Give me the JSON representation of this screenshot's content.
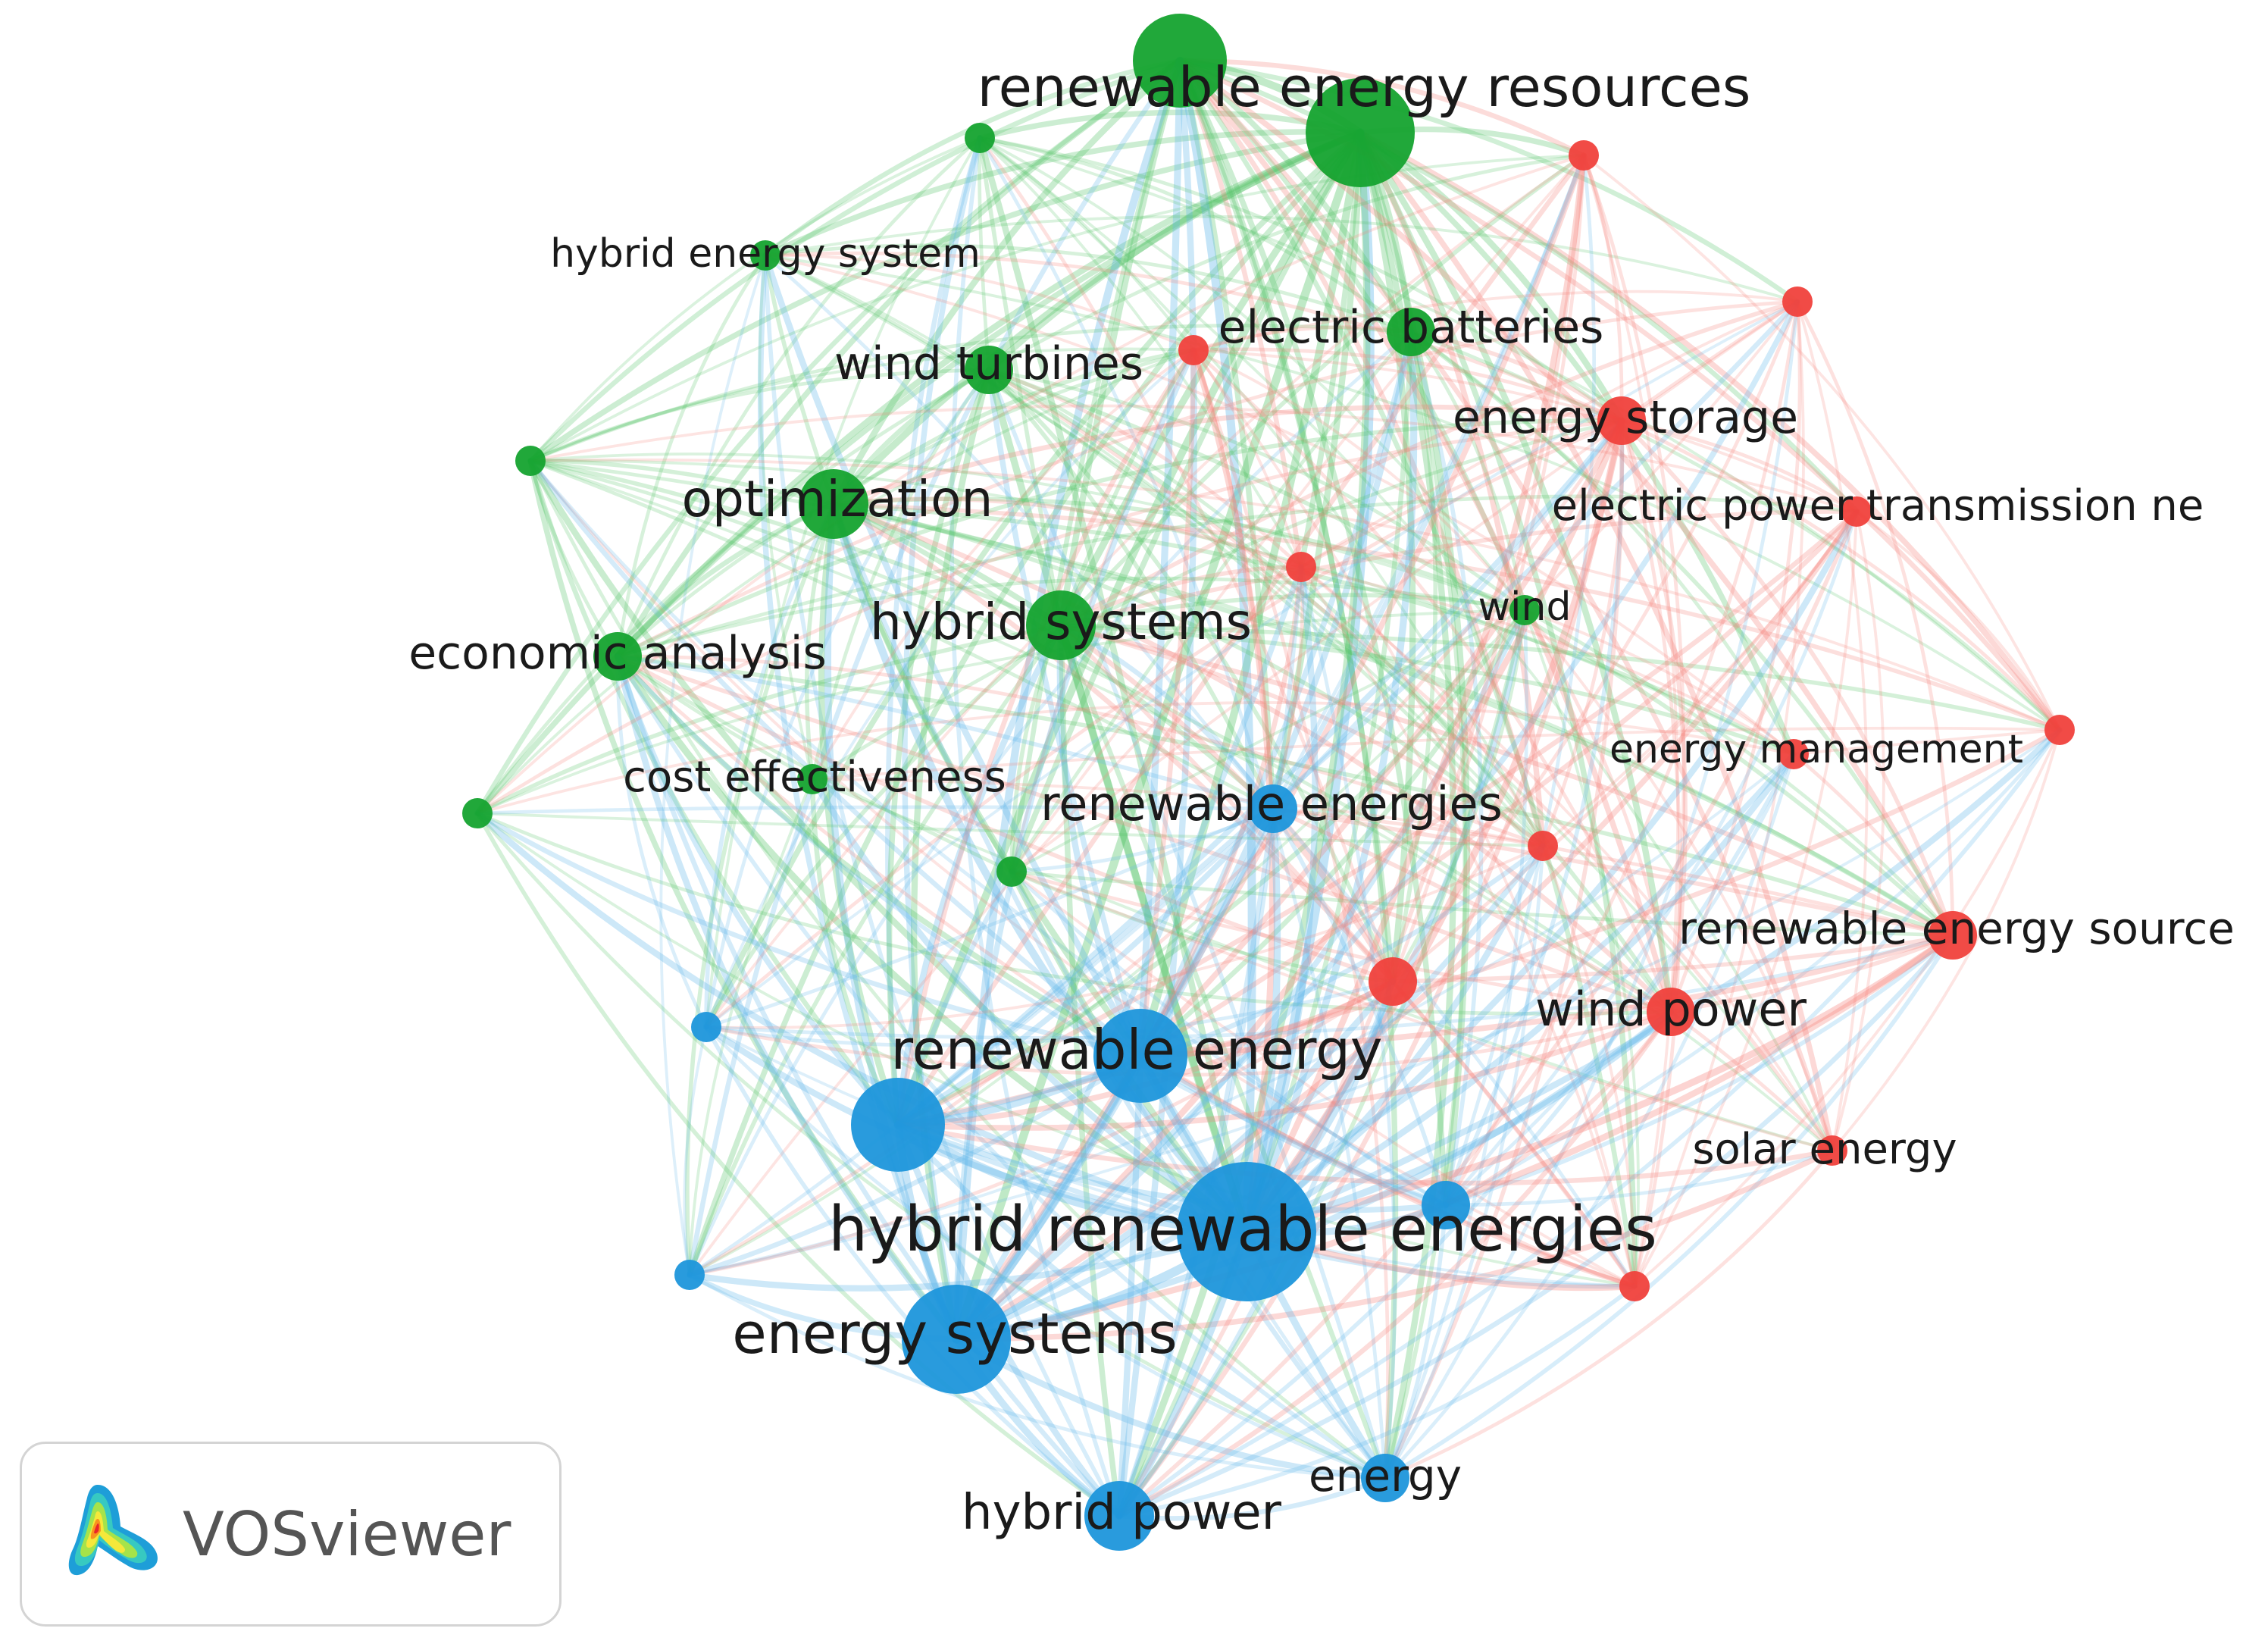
{
  "app": {
    "name": "VOSviewer",
    "logo_icon": "vosviewer-heatmap-logo-icon"
  },
  "network": {
    "cluster_colors": {
      "red": "#f0413c",
      "green": "#15a32f",
      "blue": "#1d96db"
    },
    "nodes": [
      {
        "id": "n1",
        "label": "renewable energy resources",
        "cluster": "green",
        "weight": 5
      },
      {
        "id": "n2",
        "label": "",
        "cluster": "green",
        "weight": 4
      },
      {
        "id": "n3",
        "label": "",
        "cluster": "green",
        "weight": 1
      },
      {
        "id": "n4",
        "label": "hybrid energy system",
        "cluster": "green",
        "weight": 1
      },
      {
        "id": "n5",
        "label": "wind turbines",
        "cluster": "green",
        "weight": 2
      },
      {
        "id": "n6",
        "label": "electric batteries",
        "cluster": "green",
        "weight": 2
      },
      {
        "id": "n7",
        "label": "",
        "cluster": "green",
        "weight": 1
      },
      {
        "id": "n8",
        "label": "optimization",
        "cluster": "green",
        "weight": 3
      },
      {
        "id": "n9",
        "label": "hybrid systems",
        "cluster": "green",
        "weight": 3
      },
      {
        "id": "n10",
        "label": "economic analysis",
        "cluster": "green",
        "weight": 2
      },
      {
        "id": "n11",
        "label": "wind",
        "cluster": "green",
        "weight": 1
      },
      {
        "id": "n12",
        "label": "cost effectiveness",
        "cluster": "green",
        "weight": 1
      },
      {
        "id": "n13",
        "label": "",
        "cluster": "green",
        "weight": 1
      },
      {
        "id": "n14",
        "label": "",
        "cluster": "green",
        "weight": 1
      },
      {
        "id": "n15",
        "label": "",
        "cluster": "red",
        "weight": 1
      },
      {
        "id": "n16",
        "label": "",
        "cluster": "red",
        "weight": 1
      },
      {
        "id": "n17",
        "label": "",
        "cluster": "red",
        "weight": 1
      },
      {
        "id": "n18",
        "label": "energy storage",
        "cluster": "red",
        "weight": 2
      },
      {
        "id": "n19",
        "label": "electric power transmission ne",
        "cluster": "red",
        "weight": 1
      },
      {
        "id": "n20",
        "label": "",
        "cluster": "red",
        "weight": 1
      },
      {
        "id": "n21",
        "label": "energy management",
        "cluster": "red",
        "weight": 1
      },
      {
        "id": "n22",
        "label": "",
        "cluster": "red",
        "weight": 1
      },
      {
        "id": "n23",
        "label": "",
        "cluster": "red",
        "weight": 1
      },
      {
        "id": "n24",
        "label": "",
        "cluster": "red",
        "weight": 2
      },
      {
        "id": "n25",
        "label": "renewable energy source",
        "cluster": "red",
        "weight": 2
      },
      {
        "id": "n26",
        "label": "wind power",
        "cluster": "red",
        "weight": 2
      },
      {
        "id": "n27",
        "label": "solar energy",
        "cluster": "red",
        "weight": 1
      },
      {
        "id": "n28",
        "label": "",
        "cluster": "red",
        "weight": 1
      },
      {
        "id": "n29",
        "label": "renewable energies",
        "cluster": "blue",
        "weight": 2
      },
      {
        "id": "n30",
        "label": "",
        "cluster": "blue",
        "weight": 1
      },
      {
        "id": "n31",
        "label": "renewable energy",
        "cluster": "blue",
        "weight": 4
      },
      {
        "id": "n32",
        "label": "",
        "cluster": "blue",
        "weight": 4
      },
      {
        "id": "n33",
        "label": "hybrid renewable energies",
        "cluster": "blue",
        "weight": 6
      },
      {
        "id": "n34",
        "label": "",
        "cluster": "blue",
        "weight": 2
      },
      {
        "id": "n35",
        "label": "",
        "cluster": "blue",
        "weight": 1
      },
      {
        "id": "n36",
        "label": "energy systems",
        "cluster": "blue",
        "weight": 5
      },
      {
        "id": "n37",
        "label": "energy",
        "cluster": "blue",
        "weight": 2
      },
      {
        "id": "n38",
        "label": "hybrid power",
        "cluster": "blue",
        "weight": 3
      }
    ]
  }
}
